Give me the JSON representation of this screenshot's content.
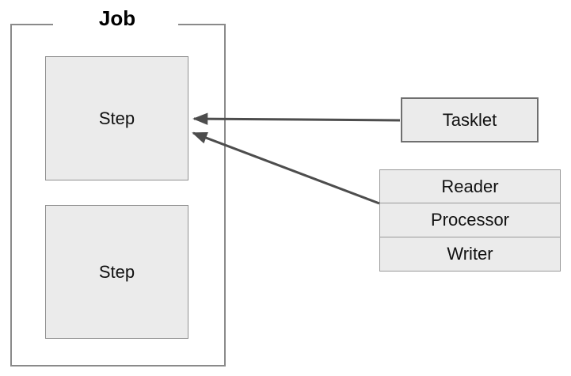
{
  "diagram": {
    "title": "Job",
    "job": {
      "label": "Job"
    },
    "steps": [
      {
        "label": "Step"
      },
      {
        "label": "Step"
      }
    ],
    "tasklet": {
      "label": "Tasklet"
    },
    "chunk_components": [
      {
        "label": "Reader"
      },
      {
        "label": "Processor"
      },
      {
        "label": "Writer"
      }
    ],
    "relations": [
      {
        "from": "Tasklet",
        "to": "Step",
        "type": "arrow"
      },
      {
        "from": "Reader/Processor/Writer",
        "to": "Step",
        "type": "arrow"
      }
    ],
    "colors": {
      "box_fill": "#ebebeb",
      "box_border": "#919191",
      "job_border": "#8a8a8a",
      "tasklet_border": "#6f6f6f",
      "arrow": "#4d4d4d",
      "text": "#000000",
      "background": "#ffffff"
    }
  }
}
